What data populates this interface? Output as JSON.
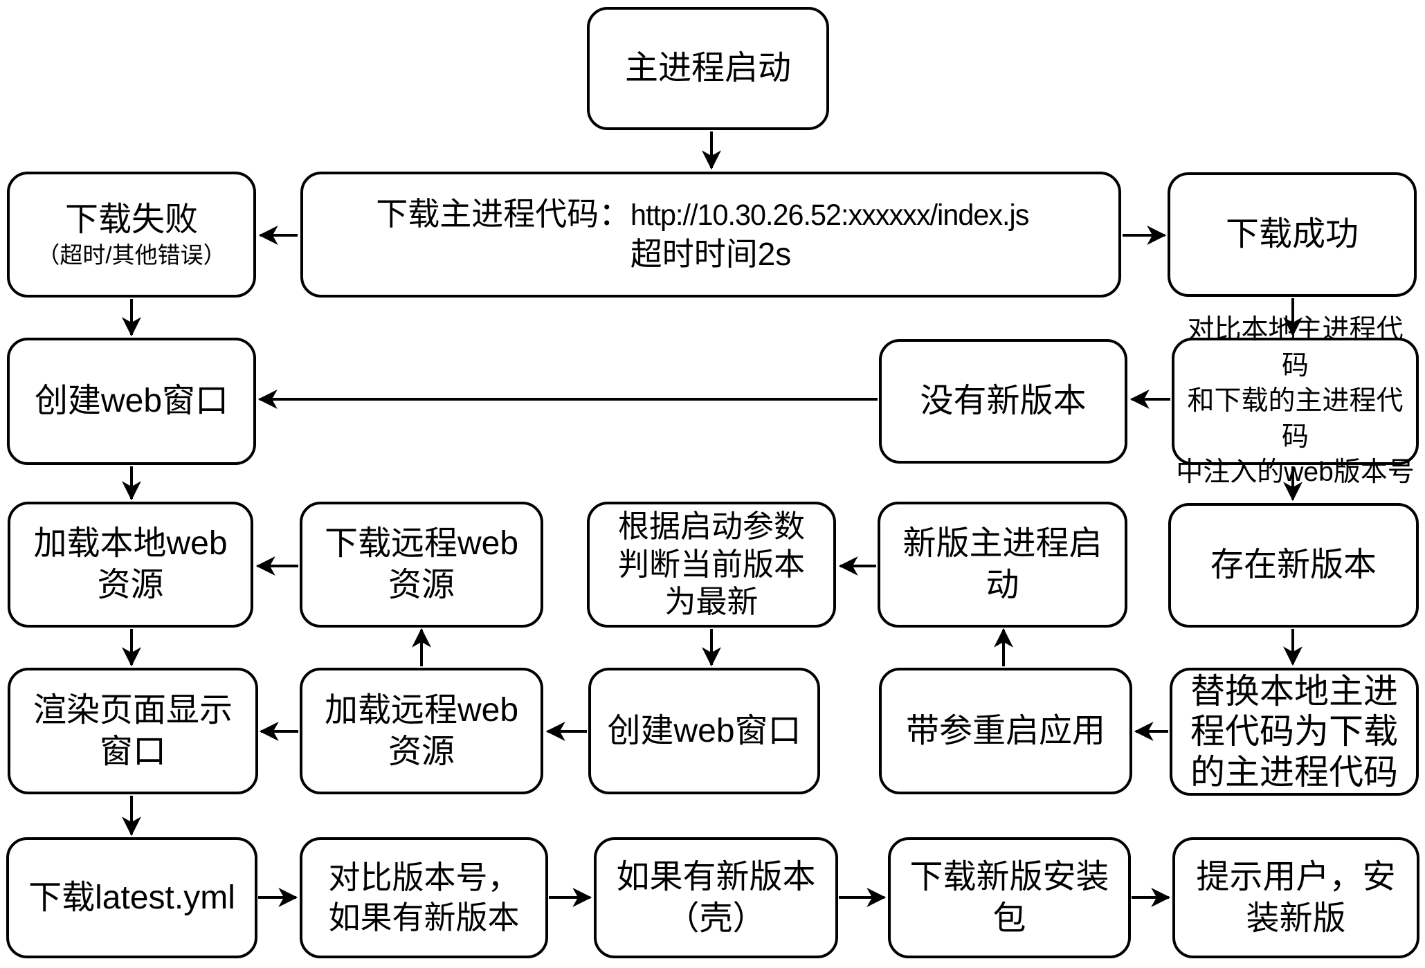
{
  "diagram": {
    "background": "#ffffff",
    "stroke_color": "#000000",
    "text_color": "#000000",
    "nodes": [
      {
        "id": "main-start",
        "lines": [
          "主进程启动"
        ]
      },
      {
        "id": "download-main-code",
        "prefix": "下载主进程代码：",
        "url": "http://10.30.26.52:xxxxxx/index.js",
        "timeout": "超时时间2s"
      },
      {
        "id": "download-fail",
        "lines": [
          "下载失败",
          "（超时/其他错误）"
        ]
      },
      {
        "id": "download-success",
        "lines": [
          "下载成功"
        ]
      },
      {
        "id": "create-web-window-main",
        "lines": [
          "创建web窗口"
        ]
      },
      {
        "id": "no-new-version",
        "lines": [
          "没有新版本"
        ]
      },
      {
        "id": "compare-web-version",
        "lines": [
          "对比本地主进程代码",
          "和下载的主进程代码",
          "中注入的web版本号"
        ]
      },
      {
        "id": "load-local-web",
        "lines": [
          "加载本地web",
          "资源"
        ]
      },
      {
        "id": "download-remote-web",
        "lines": [
          "下载远程web",
          "资源"
        ]
      },
      {
        "id": "judge-current-latest",
        "lines": [
          "根据启动参数",
          "判断当前版本",
          "为最新"
        ]
      },
      {
        "id": "new-main-start",
        "lines": [
          "新版主进程启",
          "动"
        ]
      },
      {
        "id": "exist-new-version",
        "lines": [
          "存在新版本"
        ]
      },
      {
        "id": "render-page-window",
        "lines": [
          "渲染页面显示",
          "窗口"
        ]
      },
      {
        "id": "load-remote-web",
        "lines": [
          "加载远程web",
          "资源"
        ]
      },
      {
        "id": "create-web-window-2",
        "lines": [
          "创建web窗口"
        ]
      },
      {
        "id": "restart-with-args",
        "lines": [
          "带参重启应用"
        ]
      },
      {
        "id": "replace-local-code",
        "lines": [
          "替换本地主进",
          "程代码为下载",
          "的主进程代码"
        ]
      },
      {
        "id": "download-latest-yml",
        "lines": [
          "下载latest.yml"
        ]
      },
      {
        "id": "compare-version-number",
        "lines": [
          "对比版本号，",
          "如果有新版本"
        ]
      },
      {
        "id": "if-new-version-shell",
        "lines": [
          "如果有新版本",
          "（壳）"
        ]
      },
      {
        "id": "download-new-installer",
        "lines": [
          "下载新版安装",
          "包"
        ]
      },
      {
        "id": "notify-user-install",
        "lines": [
          "提示用户，安",
          "装新版"
        ]
      }
    ],
    "edges": [
      {
        "from": "main-start",
        "to": "download-main-code"
      },
      {
        "from": "download-main-code",
        "to": "download-fail"
      },
      {
        "from": "download-main-code",
        "to": "download-success"
      },
      {
        "from": "download-fail",
        "to": "create-web-window-main"
      },
      {
        "from": "download-success",
        "to": "compare-web-version"
      },
      {
        "from": "compare-web-version",
        "to": "no-new-version"
      },
      {
        "from": "no-new-version",
        "to": "create-web-window-main"
      },
      {
        "from": "create-web-window-main",
        "to": "load-local-web"
      },
      {
        "from": "download-remote-web",
        "to": "load-local-web"
      },
      {
        "from": "load-local-web",
        "to": "render-page-window"
      },
      {
        "from": "load-remote-web",
        "to": "download-remote-web"
      },
      {
        "from": "new-main-start",
        "to": "judge-current-latest"
      },
      {
        "from": "judge-current-latest",
        "to": "create-web-window-2"
      },
      {
        "from": "create-web-window-2",
        "to": "load-remote-web"
      },
      {
        "from": "load-remote-web",
        "to": "render-page-window"
      },
      {
        "from": "compare-web-version",
        "to": "exist-new-version"
      },
      {
        "from": "exist-new-version",
        "to": "replace-local-code"
      },
      {
        "from": "replace-local-code",
        "to": "restart-with-args"
      },
      {
        "from": "restart-with-args",
        "to": "new-main-start"
      },
      {
        "from": "render-page-window",
        "to": "download-latest-yml"
      },
      {
        "from": "download-latest-yml",
        "to": "compare-version-number"
      },
      {
        "from": "compare-version-number",
        "to": "if-new-version-shell"
      },
      {
        "from": "if-new-version-shell",
        "to": "download-new-installer"
      },
      {
        "from": "download-new-installer",
        "to": "notify-user-install"
      }
    ]
  }
}
